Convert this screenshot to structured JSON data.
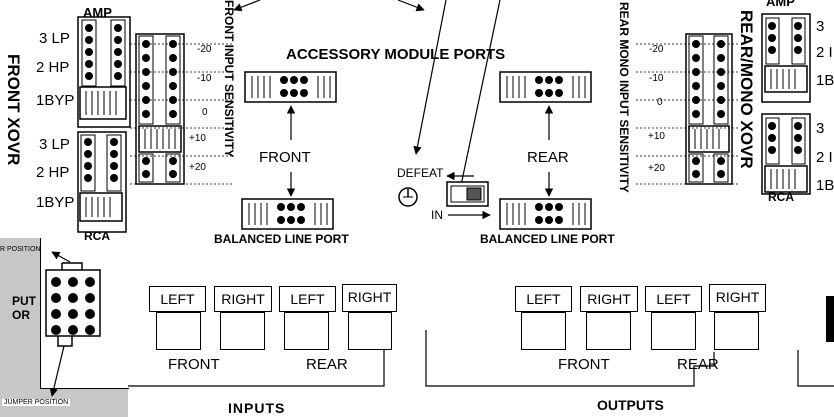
{
  "left_panel": {
    "amp_label": "AMP",
    "rows_top": [
      "3 LP",
      "2 HP",
      "1BYP"
    ],
    "rows_bottom": [
      "3 LP",
      "2 HP",
      "1BYP"
    ],
    "rca_label": "RCA",
    "side_title": "FRONT XOVR"
  },
  "right_panel": {
    "amp_label": "AMP",
    "rows_top": [
      "3",
      "2 I",
      "1B"
    ],
    "rows_bottom": [
      "3",
      "2 I",
      "1B"
    ],
    "rca_label": "RCA",
    "side_title": "REAR/MONO XOVR"
  },
  "front_sensitivity": {
    "title": "FRONT INPUT SENSITIVITY",
    "marks": [
      "-20",
      "-10",
      "0",
      "+10",
      "+20"
    ]
  },
  "rear_sensitivity": {
    "title": "REAR MONO INPUT SENSITIVITY",
    "marks": [
      "-20",
      "-10",
      "0",
      "+10",
      "+20"
    ]
  },
  "center": {
    "accessory_title": "ACCESSORY MODULE PORTS",
    "front_label": "FRONT",
    "rear_label": "REAR",
    "defeat_label": "DEFEAT",
    "in_label": "IN",
    "balanced_line_port": "BALANCED LINE PORT"
  },
  "input_connector": {
    "label_line1": "PUT",
    "label_line2": "OR",
    "top_note": "R POSITION",
    "bottom_note": "JUMPER POSITION"
  },
  "inputs": {
    "front_left": "LEFT",
    "front_right": "RIGHT",
    "rear_left": "LEFT",
    "rear_right": "RIGHT",
    "front_label": "FRONT",
    "rear_label": "REAR",
    "section_label": "INPUTS"
  },
  "outputs": {
    "front_left": "LEFT",
    "front_right": "RIGHT",
    "rear_left": "LEFT",
    "rear_right": "RIGHT",
    "front_label": "FRONT",
    "rear_label": "REAR",
    "section_label": "OUTPUTS"
  }
}
